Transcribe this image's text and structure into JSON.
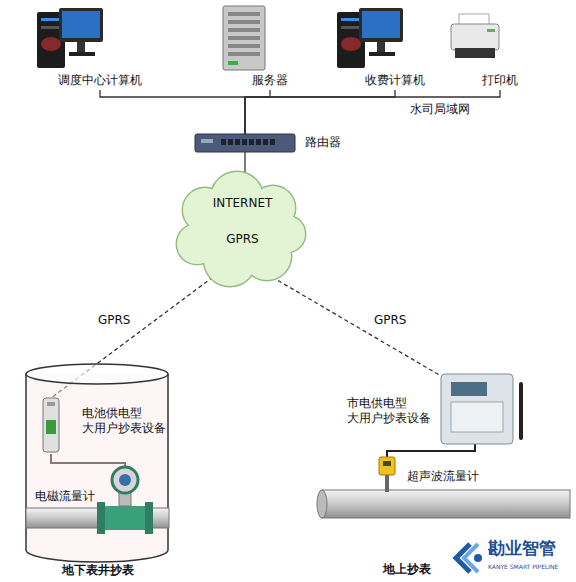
{
  "diagram": {
    "nodes": [
      {
        "text": [
          "调度中心计算机"
        ]
      },
      {
        "text": [
          "服务器"
        ]
      },
      {
        "text": [
          "收费计算机"
        ]
      },
      {
        "text": [
          "打印机"
        ]
      },
      {
        "text": [
          "路由器"
        ]
      },
      {
        "text": [
          "INTERNET",
          "GPRS"
        ]
      },
      {
        "text": [
          "地下表井抄表"
        ]
      },
      {
        "text": [
          "电池供电型 大用户抄表设备"
        ],
        "in": 6
      },
      {
        "text": [
          "电磁流量计"
        ],
        "in": 6
      },
      {
        "text": [
          "市电供电型 大用户抄表设备"
        ]
      },
      {
        "text": [
          "超声波流量计"
        ]
      }
    ],
    "edges": [
      {
        "from": 0,
        "to": 4,
        "arrow": "none"
      },
      {
        "from": 1,
        "to": 4,
        "arrow": "none"
      },
      {
        "from": 2,
        "to": 4,
        "arrow": "none"
      },
      {
        "from": 3,
        "to": 4,
        "arrow": "none"
      },
      {
        "from": 4,
        "to": 5,
        "arrow": "none"
      },
      {
        "from": 5,
        "to": 7,
        "label": "GPRS",
        "arrow": "none"
      },
      {
        "from": 5,
        "to": 9,
        "label": "GPRS",
        "arrow": "none"
      },
      {
        "from": 7,
        "to": 8,
        "arrow": "none"
      },
      {
        "from": 9,
        "to": 10,
        "arrow": "none"
      }
    ],
    "labels": [
      "水司局域网",
      "地上抄表",
      "勘业智管",
      "KANYE SMART PIPELINE"
    ]
  }
}
